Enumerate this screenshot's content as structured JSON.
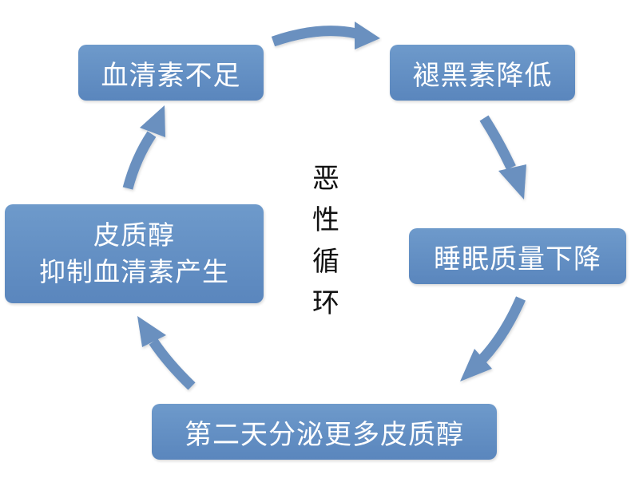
{
  "colors": {
    "node_fill": "#6089c0",
    "arrow_fill": "#6a90bf",
    "node_text": "#ffffff",
    "label_text": "#111111"
  },
  "center_label": [
    "恶",
    "性",
    "循",
    "环"
  ],
  "nodes": [
    {
      "id": "serotonin-deficiency",
      "lines": [
        "血清素不足"
      ]
    },
    {
      "id": "melatonin-decrease",
      "lines": [
        "褪黑素降低"
      ]
    },
    {
      "id": "sleep-quality-decline",
      "lines": [
        "睡眠质量下降"
      ]
    },
    {
      "id": "next-day-cortisol",
      "lines": [
        "第二天分泌更多皮质醇"
      ]
    },
    {
      "id": "cortisol-inhibits-serotonin",
      "lines": [
        "皮质醇",
        "抑制血清素产生"
      ]
    }
  ],
  "edges": [
    {
      "from": "serotonin-deficiency",
      "to": "melatonin-decrease"
    },
    {
      "from": "melatonin-decrease",
      "to": "sleep-quality-decline"
    },
    {
      "from": "sleep-quality-decline",
      "to": "next-day-cortisol"
    },
    {
      "from": "next-day-cortisol",
      "to": "cortisol-inhibits-serotonin"
    },
    {
      "from": "cortisol-inhibits-serotonin",
      "to": "serotonin-deficiency"
    }
  ]
}
